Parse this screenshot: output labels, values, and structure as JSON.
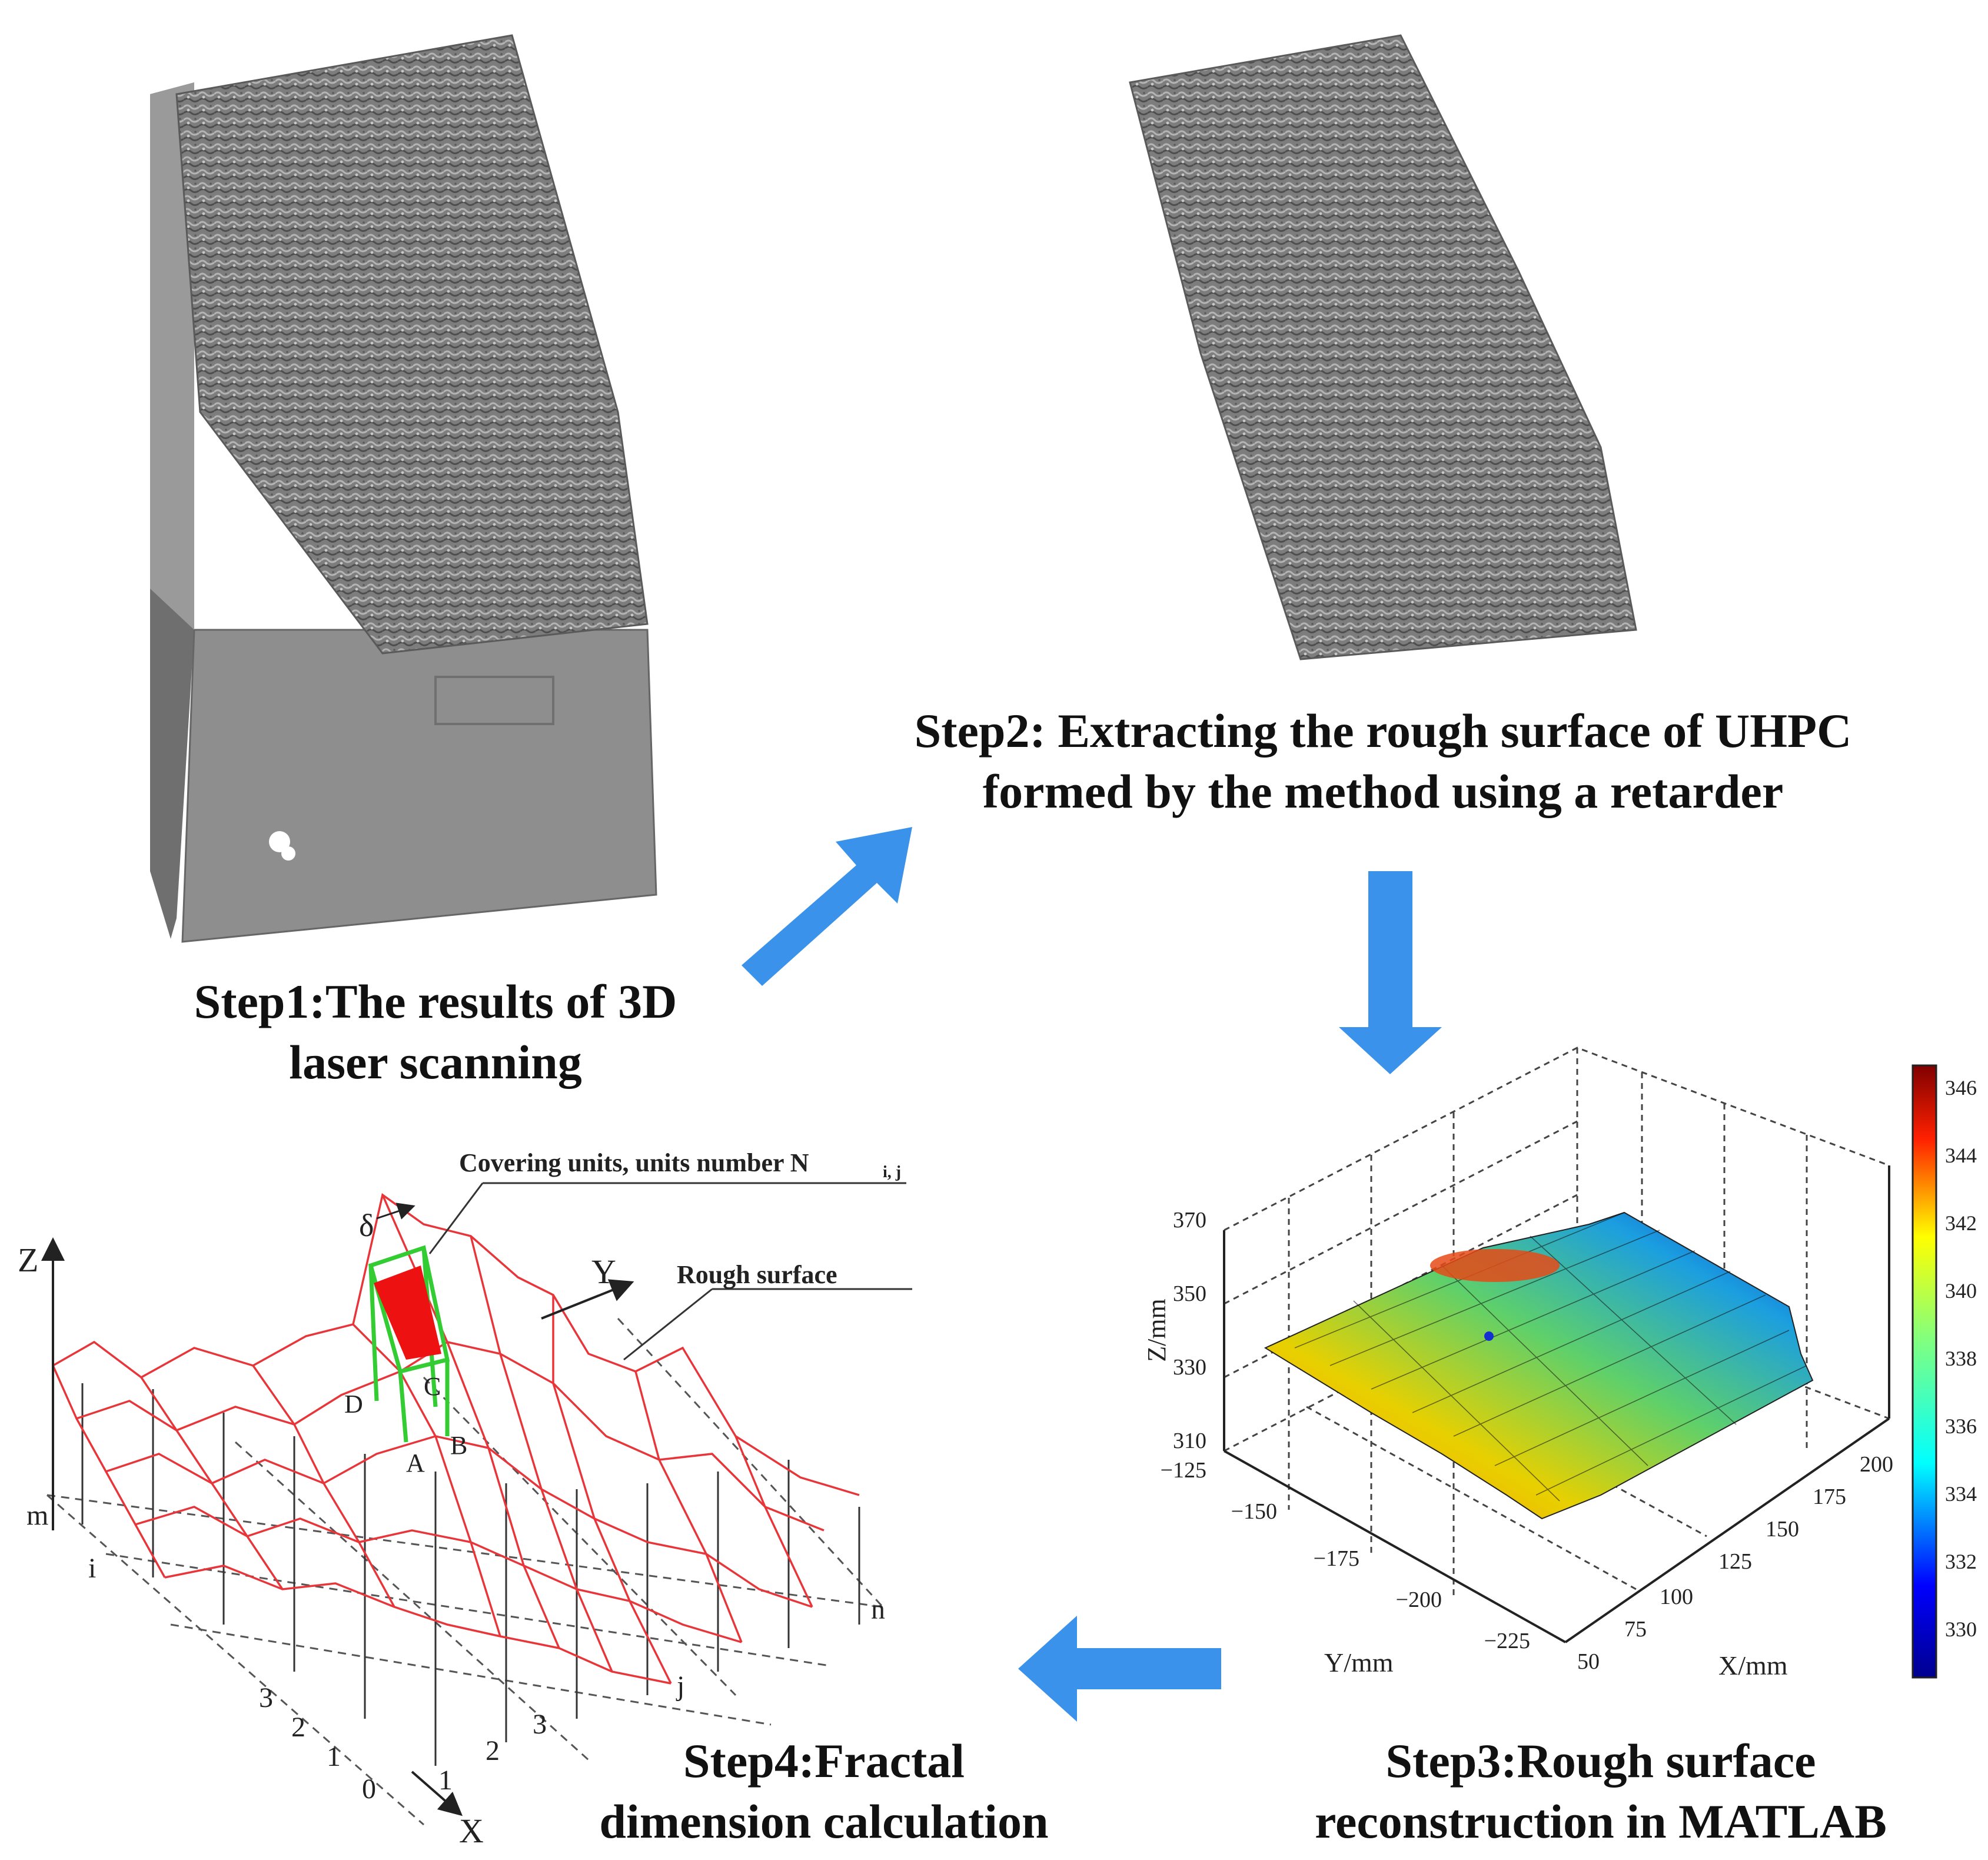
{
  "steps": {
    "step1": {
      "line1": "Step1:The results of 3D",
      "line2": "laser scanning"
    },
    "step2": {
      "line1": "Step2: Extracting the rough surface of UHPC",
      "line2": "formed by the method using a retarder"
    },
    "step3": {
      "line1": "Step3:Rough surface",
      "line2": "reconstruction in MATLAB"
    },
    "step4": {
      "line1": "Step4:Fractal",
      "line2": "dimension calculation"
    }
  },
  "colors": {
    "arrow": "#3a92ea",
    "scan_gray": "#8a8a8a",
    "wireframe": "#e8353a",
    "covering_unit": "#33cc33",
    "covering_fill": "#ee1111"
  },
  "matlab_plot": {
    "zlabel": "Z/mm",
    "ylabel": "Y/mm",
    "xlabel": "X/mm",
    "z_ticks": [
      "370",
      "350",
      "330",
      "310"
    ],
    "y_ticks": [
      "−125",
      "−150",
      "−175",
      "−200",
      "−225"
    ],
    "x_ticks": [
      "50",
      "75",
      "100",
      "125",
      "150",
      "175",
      "200"
    ],
    "colorbar_ticks": [
      "346",
      "344",
      "342",
      "340",
      "338",
      "336",
      "334",
      "332",
      "330"
    ]
  },
  "fractal_diagram": {
    "annotation_covering": "Covering units, units number N",
    "annotation_covering_sub": "i, j",
    "annotation_rough": "Rough surface",
    "axis_z": "Z",
    "axis_y": "Y",
    "axis_x": "X",
    "delta": "δ",
    "corner_a": "A",
    "corner_b": "B",
    "corner_c": "C",
    "corner_d": "D",
    "left_axis_labels": [
      "m",
      "i",
      "3",
      "2",
      "1",
      "0"
    ],
    "front_axis_labels": [
      "1",
      "2",
      "3",
      "j",
      "n"
    ]
  }
}
